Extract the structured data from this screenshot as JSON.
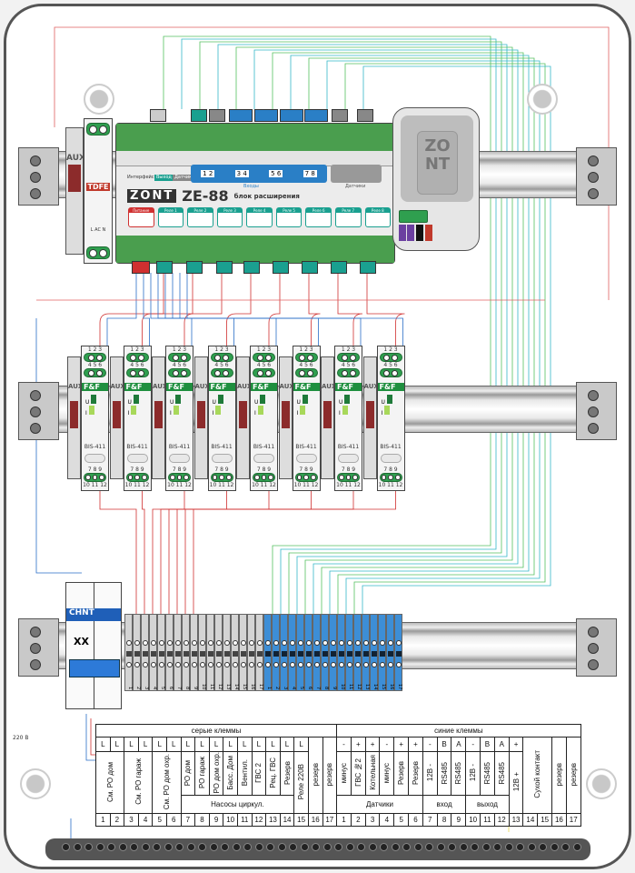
{
  "colors": {
    "green": "#2f9f4f",
    "blue": "#3d8ed6",
    "red": "#d03030",
    "grey_terminal": "#d4d4d4",
    "wire_cyan": "#35b6c9",
    "wire_green": "#55c060"
  },
  "power_supply": {
    "brand": "TDFE",
    "terminals": "L  AC  N",
    "aux_label": "AUX"
  },
  "ze88": {
    "brand": "ZONT",
    "model": "ZE-88",
    "subtitle": "блок расширения",
    "interface_label": "Интерфейс",
    "output_label": "Выход",
    "sensor_label": "Датчик",
    "inputs": [
      "1 2",
      "3 4",
      "5 6",
      "7 8"
    ],
    "inputs_label": "Входы",
    "sensors_label": "Датчики",
    "power_label": "Питание",
    "relays": [
      "Реле 1",
      "Реле 2",
      "Реле 3",
      "Реле 4",
      "Реле 5",
      "Реле 6",
      "Реле 7",
      "Реле 8"
    ]
  },
  "zont_module": {
    "logo": "ZONT"
  },
  "relay": {
    "aux_label": "AUX",
    "brand": "F&F",
    "model": "BIS-411",
    "top1": "1 2 3",
    "top2": "4 5 6",
    "bottom1": "7 8 9",
    "bottom2": "10 11 12",
    "u": "U",
    "i": "I",
    "count": 8
  },
  "breaker": {
    "brand": "CHNT",
    "rating": "XX"
  },
  "supply_label": "220 В",
  "terminals": {
    "grey": [
      "1",
      "2",
      "3",
      "4",
      "5",
      "6",
      "7",
      "8",
      "9",
      "10",
      "11",
      "12",
      "13",
      "14",
      "15",
      "16",
      "17"
    ],
    "blue": [
      "1",
      "2",
      "3",
      "4",
      "5",
      "6",
      "7",
      "8",
      "9",
      "10",
      "11",
      "12",
      "13",
      "14",
      "15",
      "16",
      "17"
    ]
  },
  "table": {
    "grey": {
      "title": "серые клеммы",
      "L": "L",
      "labels": [
        "См. РО дом",
        "См. РО гараж",
        "См. РО дом охр.",
        "РО дом",
        "РО гараж",
        "РО дом охр.",
        "Басс. Дом",
        "Вентил.",
        "ГВС 2",
        "Рец. ГВС",
        "Резерв",
        "Реле 220В",
        "резерв",
        "резерв"
      ],
      "group": "Насосы циркул.",
      "numbers": [
        "1",
        "2",
        "3",
        "4",
        "5",
        "6",
        "7",
        "8",
        "9",
        "10",
        "11",
        "12",
        "13",
        "14",
        "15",
        "16",
        "17"
      ]
    },
    "blue": {
      "title": "синие клеммы",
      "signs": [
        "-",
        "+",
        "+",
        "-",
        "+",
        "+",
        "-",
        "B",
        "A",
        "-",
        "B",
        "A",
        "+"
      ],
      "labels": [
        "минус",
        "ГВС №2",
        "Котельная",
        "минус",
        "Резерв",
        "Резерв",
        "12В -",
        "RS485",
        "RS485",
        "12В -",
        "RS485",
        "RS485",
        "12В +",
        "Сухой контакт",
        "резерв",
        "резерв"
      ],
      "groups": [
        "Датчики",
        "вход",
        "выход"
      ],
      "numbers": [
        "1",
        "2",
        "3",
        "4",
        "5",
        "6",
        "7",
        "8",
        "9",
        "10",
        "11",
        "12",
        "13",
        "14",
        "15",
        "16",
        "17"
      ]
    }
  }
}
